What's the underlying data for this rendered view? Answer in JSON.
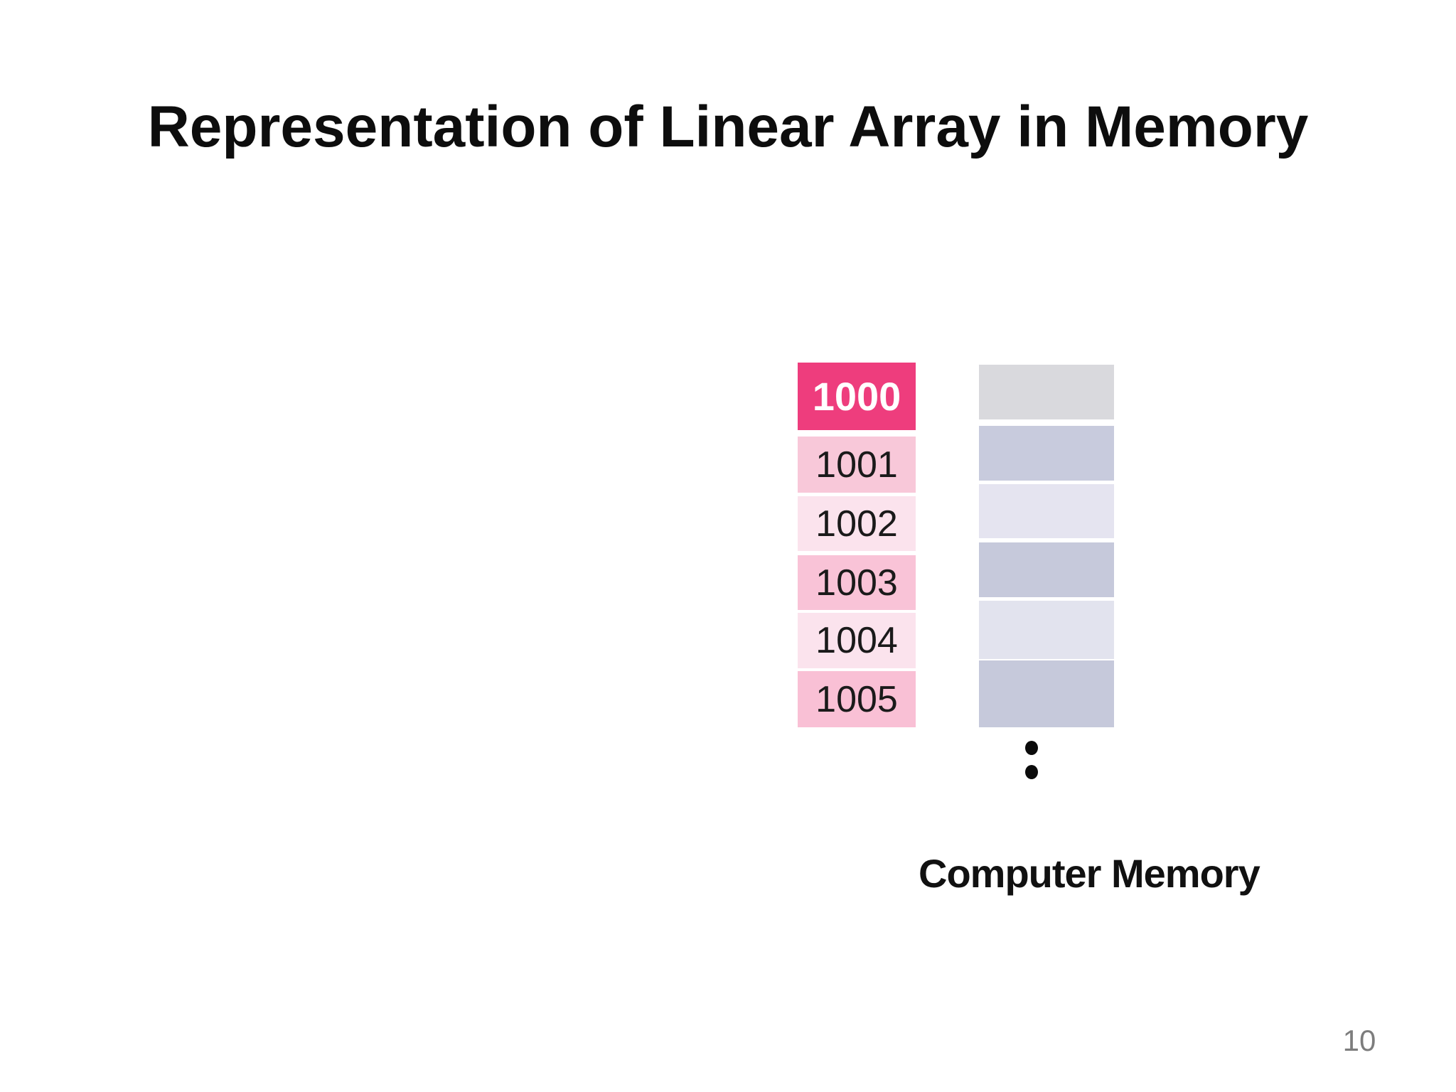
{
  "slide": {
    "title": "Representation of Linear Array in Memory",
    "caption": "Computer Memory",
    "page_number": "10",
    "background_color": "#ffffff",
    "accent_color": "#ee3d7d"
  },
  "address_column": {
    "description": "memory addresses",
    "cells": [
      {
        "label": "1000",
        "bg": "#ee3d7d",
        "text_color": "#ffffff",
        "highlighted": true
      },
      {
        "label": "1001",
        "bg": "#f8c8d9",
        "text_color": "#1a1a1a",
        "highlighted": false
      },
      {
        "label": "1002",
        "bg": "#fbe3ed",
        "text_color": "#1a1a1a",
        "highlighted": false
      },
      {
        "label": "1003",
        "bg": "#f9c3d7",
        "text_color": "#1a1a1a",
        "highlighted": false
      },
      {
        "label": "1004",
        "bg": "#fbe3ed",
        "text_color": "#1a1a1a",
        "highlighted": false
      },
      {
        "label": "1005",
        "bg": "#f9c0d5",
        "text_color": "#1a1a1a",
        "highlighted": false
      }
    ]
  },
  "memory_column": {
    "description": "computer memory cells (unlabeled)",
    "cells": [
      {
        "bg": "#d9d9dd"
      },
      {
        "bg": "#c8cbdd"
      },
      {
        "bg": "#e5e4f0"
      },
      {
        "bg": "#c6c9db"
      },
      {
        "bg": "#e2e3ee"
      },
      {
        "bg": "#c6c9db"
      }
    ],
    "ellipsis_dots": 2
  }
}
